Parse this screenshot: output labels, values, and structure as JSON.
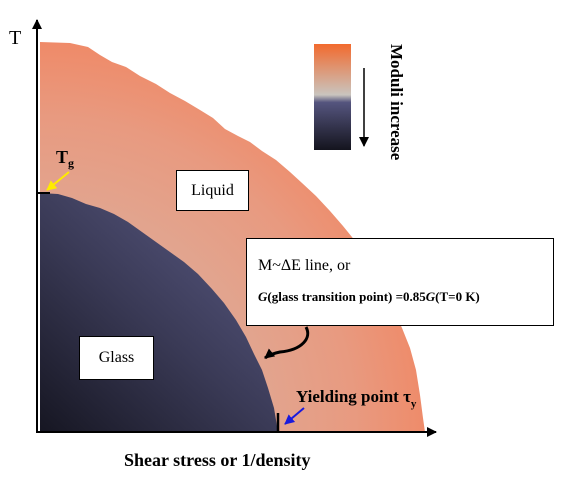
{
  "axes": {
    "y_label": "T",
    "x_label": "Shear stress or 1/density"
  },
  "tg": {
    "main": "T",
    "sub": "g"
  },
  "legend": {
    "label": "Moduli increase",
    "colors": {
      "top": "#f26a2e",
      "middle": "#c9c4be",
      "bottom": "#14141e"
    }
  },
  "regions": {
    "liquid": "Liquid",
    "glass": "Glass"
  },
  "callout": {
    "line1": "M~ΔE line, or",
    "g1": "G",
    "mid": "(glass transition point) =0.85",
    "g2": "G",
    "end": "(T=0 K)"
  },
  "yielding": {
    "text": "Yielding point τ",
    "sub": "y"
  },
  "colors": {
    "liquid_outer": "#f2845f",
    "liquid_inner": "#dcae9c",
    "glass_light": "#56567e",
    "glass_dark": "#161622",
    "yellow_arrow": "#ffeb00",
    "blue_arrow": "#1a1adc"
  }
}
